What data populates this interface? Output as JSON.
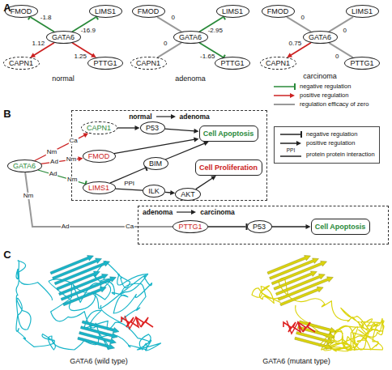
{
  "diagram": {
    "nodes": [
      {
        "text": [
          "FMOD"
        ]
      },
      {
        "text": [
          "LIMS1"
        ]
      },
      {
        "text": [
          "GATA6"
        ]
      },
      {
        "text": [
          "CAPN1"
        ]
      },
      {
        "text": [
          "PTTG1"
        ]
      },
      {
        "text": [
          "FMOD"
        ]
      },
      {
        "text": [
          "LIMS1"
        ]
      },
      {
        "text": [
          "GATA6"
        ]
      },
      {
        "text": [
          "CAPN1"
        ]
      },
      {
        "text": [
          "PTTG1"
        ]
      },
      {
        "text": [
          "FMOD"
        ]
      },
      {
        "text": [
          "LIMS1"
        ]
      },
      {
        "text": [
          "GATA6"
        ]
      },
      {
        "text": [
          "CAPN1"
        ]
      },
      {
        "text": [
          "PTTG1"
        ]
      },
      {
        "text": [
          "GATA6"
        ]
      },
      {
        "text": [
          "normal",
          "adenoma"
        ]
      },
      {
        "text": [
          "CAPN1"
        ],
        "in": 16
      },
      {
        "text": [
          "FMOD"
        ],
        "in": 16
      },
      {
        "text": [
          "LIMS1"
        ],
        "in": 16
      },
      {
        "text": [
          "P53"
        ],
        "in": 16
      },
      {
        "text": [
          "BIM"
        ],
        "in": 16
      },
      {
        "text": [
          "ILK"
        ],
        "in": 16
      },
      {
        "text": [
          "AKT"
        ],
        "in": 16
      },
      {
        "text": [
          "Cell Apoptosis"
        ],
        "in": 16
      },
      {
        "text": [
          "Cell Proliferation"
        ],
        "in": 16
      },
      {
        "text": [
          "adenoma",
          "carcinoma"
        ]
      },
      {
        "text": [
          "PTTG1"
        ],
        "in": 26
      },
      {
        "text": [
          "P53"
        ],
        "in": 26
      },
      {
        "text": [
          "Cell Apoptosis"
        ],
        "in": 26
      }
    ],
    "edges": [
      {
        "from": 2,
        "to": 0,
        "label": "-1.8",
        "arrow": "to"
      },
      {
        "from": 2,
        "to": 1,
        "label": "-16.9",
        "arrow": "to"
      },
      {
        "from": 2,
        "to": 3,
        "label": "1.12",
        "arrow": "to"
      },
      {
        "from": 2,
        "to": 4,
        "label": "1.25",
        "arrow": "to"
      },
      {
        "from": 7,
        "to": 5,
        "label": "0",
        "arrow": "none"
      },
      {
        "from": 7,
        "to": 6,
        "label": "-2.95",
        "arrow": "to"
      },
      {
        "from": 7,
        "to": 8,
        "label": "0",
        "arrow": "none"
      },
      {
        "from": 7,
        "to": 9,
        "label": "-1.65",
        "arrow": "to"
      },
      {
        "from": 12,
        "to": 10,
        "label": "0",
        "arrow": "none"
      },
      {
        "from": 12,
        "to": 11,
        "label": "0",
        "arrow": "none"
      },
      {
        "from": 12,
        "to": 13,
        "label": "0.75",
        "arrow": "to"
      },
      {
        "from": 12,
        "to": 14,
        "label": "0",
        "arrow": "none"
      },
      {
        "from": 15,
        "to": 17,
        "label": "Ca",
        "arrow": "to"
      },
      {
        "from": 15,
        "to": 18,
        "label": "Nm",
        "arrow": "to"
      },
      {
        "from": 15,
        "to": 19,
        "label": "Nm",
        "arrow": "to"
      },
      {
        "from": 15,
        "to": 27,
        "label": "Ca",
        "arrow": "none"
      },
      {
        "from": 17,
        "to": 20,
        "arrow": "to"
      },
      {
        "from": 20,
        "to": 24,
        "arrow": "to"
      },
      {
        "from": 18,
        "to": 24,
        "arrow": "to"
      },
      {
        "from": 19,
        "to": 21,
        "arrow": "to"
      },
      {
        "from": 21,
        "to": 24,
        "arrow": "to"
      },
      {
        "from": 19,
        "to": 22,
        "label": "PPI",
        "arrow": "none"
      },
      {
        "from": 22,
        "to": 23,
        "arrow": "to"
      },
      {
        "from": 23,
        "to": 25,
        "arrow": "to"
      },
      {
        "from": 27,
        "to": 28,
        "arrow": "to"
      },
      {
        "from": 28,
        "to": 29,
        "arrow": "to"
      }
    ],
    "labels": [
      "A",
      "normal",
      "adenoma",
      "carcinoma",
      "B",
      "Nm",
      "Ad",
      "Ad",
      "Nm",
      "Ad",
      "PPI",
      "C",
      "GATA6 (wild type)",
      "GATA6 (mutant type)"
    ],
    "legend": [
      {
        "text": "negative regulation"
      },
      {
        "text": "positive regulation"
      },
      {
        "text": "regulation efficacy of zero"
      },
      {
        "text": "negative regulation"
      },
      {
        "text": "positive regulation"
      },
      {
        "text": "protein protein interaction"
      }
    ]
  }
}
